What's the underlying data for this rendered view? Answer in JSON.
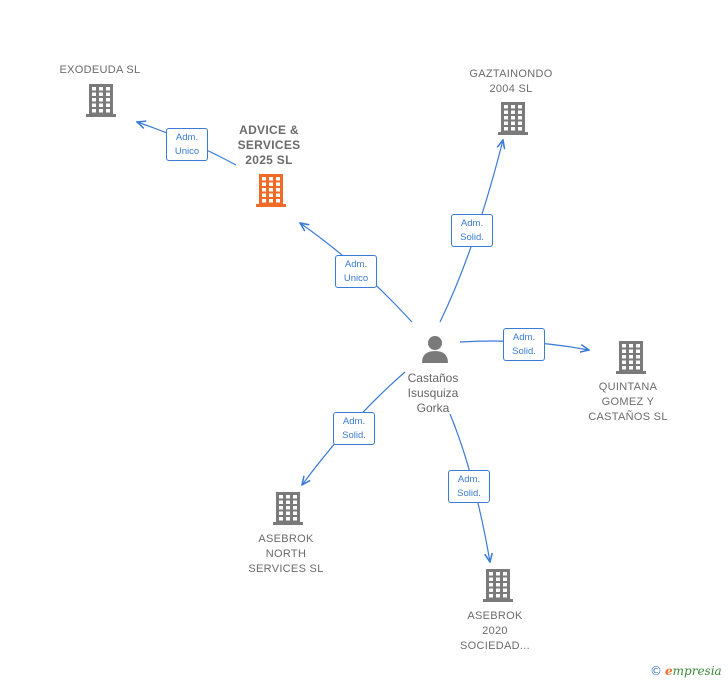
{
  "companies": [
    {
      "id": "exodeuda",
      "lines": [
        "EXODEUDA  SL"
      ],
      "focus": false
    },
    {
      "id": "advice",
      "lines": [
        "ADVICE &",
        "SERVICES",
        "2025  SL"
      ],
      "focus": true
    },
    {
      "id": "gaztainondo",
      "lines": [
        "GAZTAINONDO",
        "2004 SL"
      ],
      "focus": false
    },
    {
      "id": "quintana",
      "lines": [
        "QUINTANA",
        "GOMEZ Y",
        "CASTAÑOS SL"
      ],
      "focus": false
    },
    {
      "id": "asebrok_north",
      "lines": [
        "ASEBROK",
        "NORTH",
        "SERVICES  SL"
      ],
      "focus": false
    },
    {
      "id": "asebrok_2020",
      "lines": [
        "ASEBROK",
        "2020",
        "SOCIEDAD..."
      ],
      "focus": false
    }
  ],
  "person": {
    "lines": [
      "Castaños",
      "Isusquiza",
      "Gorka"
    ]
  },
  "edges": [
    {
      "from": "advice",
      "to": "exodeuda",
      "label": [
        "Adm.",
        "Unico"
      ]
    },
    {
      "from": "person",
      "to": "advice",
      "label": [
        "Adm.",
        "Unico"
      ]
    },
    {
      "from": "person",
      "to": "gaztainondo",
      "label": [
        "Adm.",
        "Solid."
      ]
    },
    {
      "from": "person",
      "to": "quintana",
      "label": [
        "Adm.",
        "Solid."
      ]
    },
    {
      "from": "person",
      "to": "asebrok_north",
      "label": [
        "Adm.",
        "Solid."
      ]
    },
    {
      "from": "person",
      "to": "asebrok_2020",
      "label": [
        "Adm.",
        "Solid."
      ]
    }
  ],
  "colors": {
    "edge": "#3a7bd5",
    "building": "#7a7a7a",
    "focus_building": "#f06a2a",
    "person": "#7a7a7a"
  },
  "brand": {
    "copyright": "©",
    "name_initial": "e",
    "name_rest": "mpresia"
  }
}
